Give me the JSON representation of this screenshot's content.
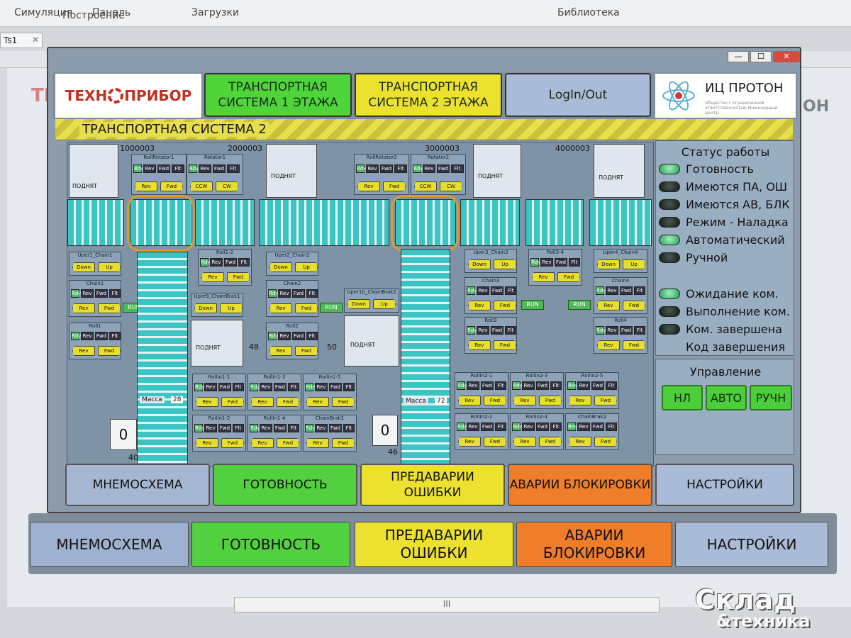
{
  "host": {
    "menu": [
      "Симуляция",
      "Панель",
      "Загрузки",
      "Построение",
      "Библиотека"
    ],
    "tab_label": "Ts1",
    "ghost_title": "ТЕХ",
    "ghost_right": "ОН",
    "bottom_buttons": [
      "МНЕМОСХЕМА",
      "ГОТОВНОСТЬ",
      "ПРЕДАВАРИИ ОШИБКИ",
      "АВАРИИ БЛОКИРОВКИ",
      "НАСТРОЙКИ"
    ],
    "scroll_handle": "III"
  },
  "header": {
    "logo_left_a": "ТЕХН",
    "logo_left_b": "ПРИБОР",
    "tab1": "ТРАНСПОРТНАЯ СИСТЕМА 1 ЭТАЖА",
    "tab2": "ТРАНСПОРТНАЯ СИСТЕМА 2 ЭТАЖА",
    "login": "LogIn/Out",
    "logo_right": "ИЦ ПРОТОН",
    "logo_right_sub": "Общество с ограниченной ответственностью Инженерный центр",
    "colors": {
      "green": "#4fd43a",
      "yellow": "#ece12e",
      "blue": "#a9bbd6",
      "orange": "#ef7d2a"
    }
  },
  "page_title": "ТРАНСПОРТНАЯ СИСТЕМА 2",
  "scheme": {
    "ids": [
      "1000003",
      "2000003",
      "3000003",
      "4000003"
    ],
    "devices": [
      "RollRotator1",
      "Rotator1",
      "RollRotator2",
      "Rotator2",
      "Uper1_Chain1",
      "Chain1",
      "Roll1",
      "Roll1-2",
      "Uper2_Chain2",
      "Chain2",
      "Roll2",
      "Uper9_ChainBrak1",
      "Uper10_ChainBrak2",
      "Uper3_Chain3",
      "Chain3",
      "Roll3",
      "Roll3-4",
      "Uper4_Chain4",
      "Chain4",
      "Roll4",
      "RollIn1-1",
      "RollIn1-3",
      "RollIn1-5",
      "RollIn1-2",
      "RollIn1-4",
      "ChainBrak1",
      "RollIn2-1",
      "RollIn2-3",
      "RollIn2-5",
      "RollIn2-2",
      "RollIn2-4",
      "ChainBrak2"
    ],
    "btn": {
      "rev": "Rev",
      "fwd": "Fwd",
      "ccw": "CCW",
      "cw": "CW",
      "down": "Down",
      "up": "Up",
      "rdy": "Rdy",
      "flt": "Flt"
    },
    "run": "RUN",
    "mass_label": "Масса",
    "mass1": "28",
    "mass2": "72",
    "counter1": "0",
    "counter2": "0",
    "n40": "40",
    "n46": "46",
    "n48": "48",
    "n50": "50",
    "lift_text": "ПОДНЯТ",
    "zero": "0"
  },
  "status": {
    "title": "Статус работы",
    "rows": [
      {
        "label": "Готовность",
        "led": "on"
      },
      {
        "label": "Имеются ПА, ОШ",
        "led": "off"
      },
      {
        "label": "Имеются АВ, БЛК",
        "led": "off"
      },
      {
        "label": "Режим - Наладка",
        "led": "off"
      },
      {
        "label": "Автоматический",
        "led": "on"
      },
      {
        "label": "Ручной",
        "led": "off"
      },
      {
        "label": "Ожидание ком.",
        "led": "on"
      },
      {
        "label": "Выполнение ком.",
        "led": "off"
      },
      {
        "label": "Ком. завершена",
        "led": "off"
      },
      {
        "label": "Код завершения",
        "led": "none"
      }
    ]
  },
  "control": {
    "title": "Управление",
    "buttons": [
      "НЛ",
      "АВТО",
      "РУЧН"
    ]
  },
  "footer": {
    "buttons": [
      "МНЕМОСХЕМА",
      "ГОТОВНОСТЬ",
      "ПРЕДАВАРИИ ОШИБКИ",
      "АВАРИИ БЛОКИРОВКИ",
      "НАСТРОЙКИ"
    ]
  },
  "watermark": {
    "line1": "Склад",
    "line2": "&техника"
  }
}
